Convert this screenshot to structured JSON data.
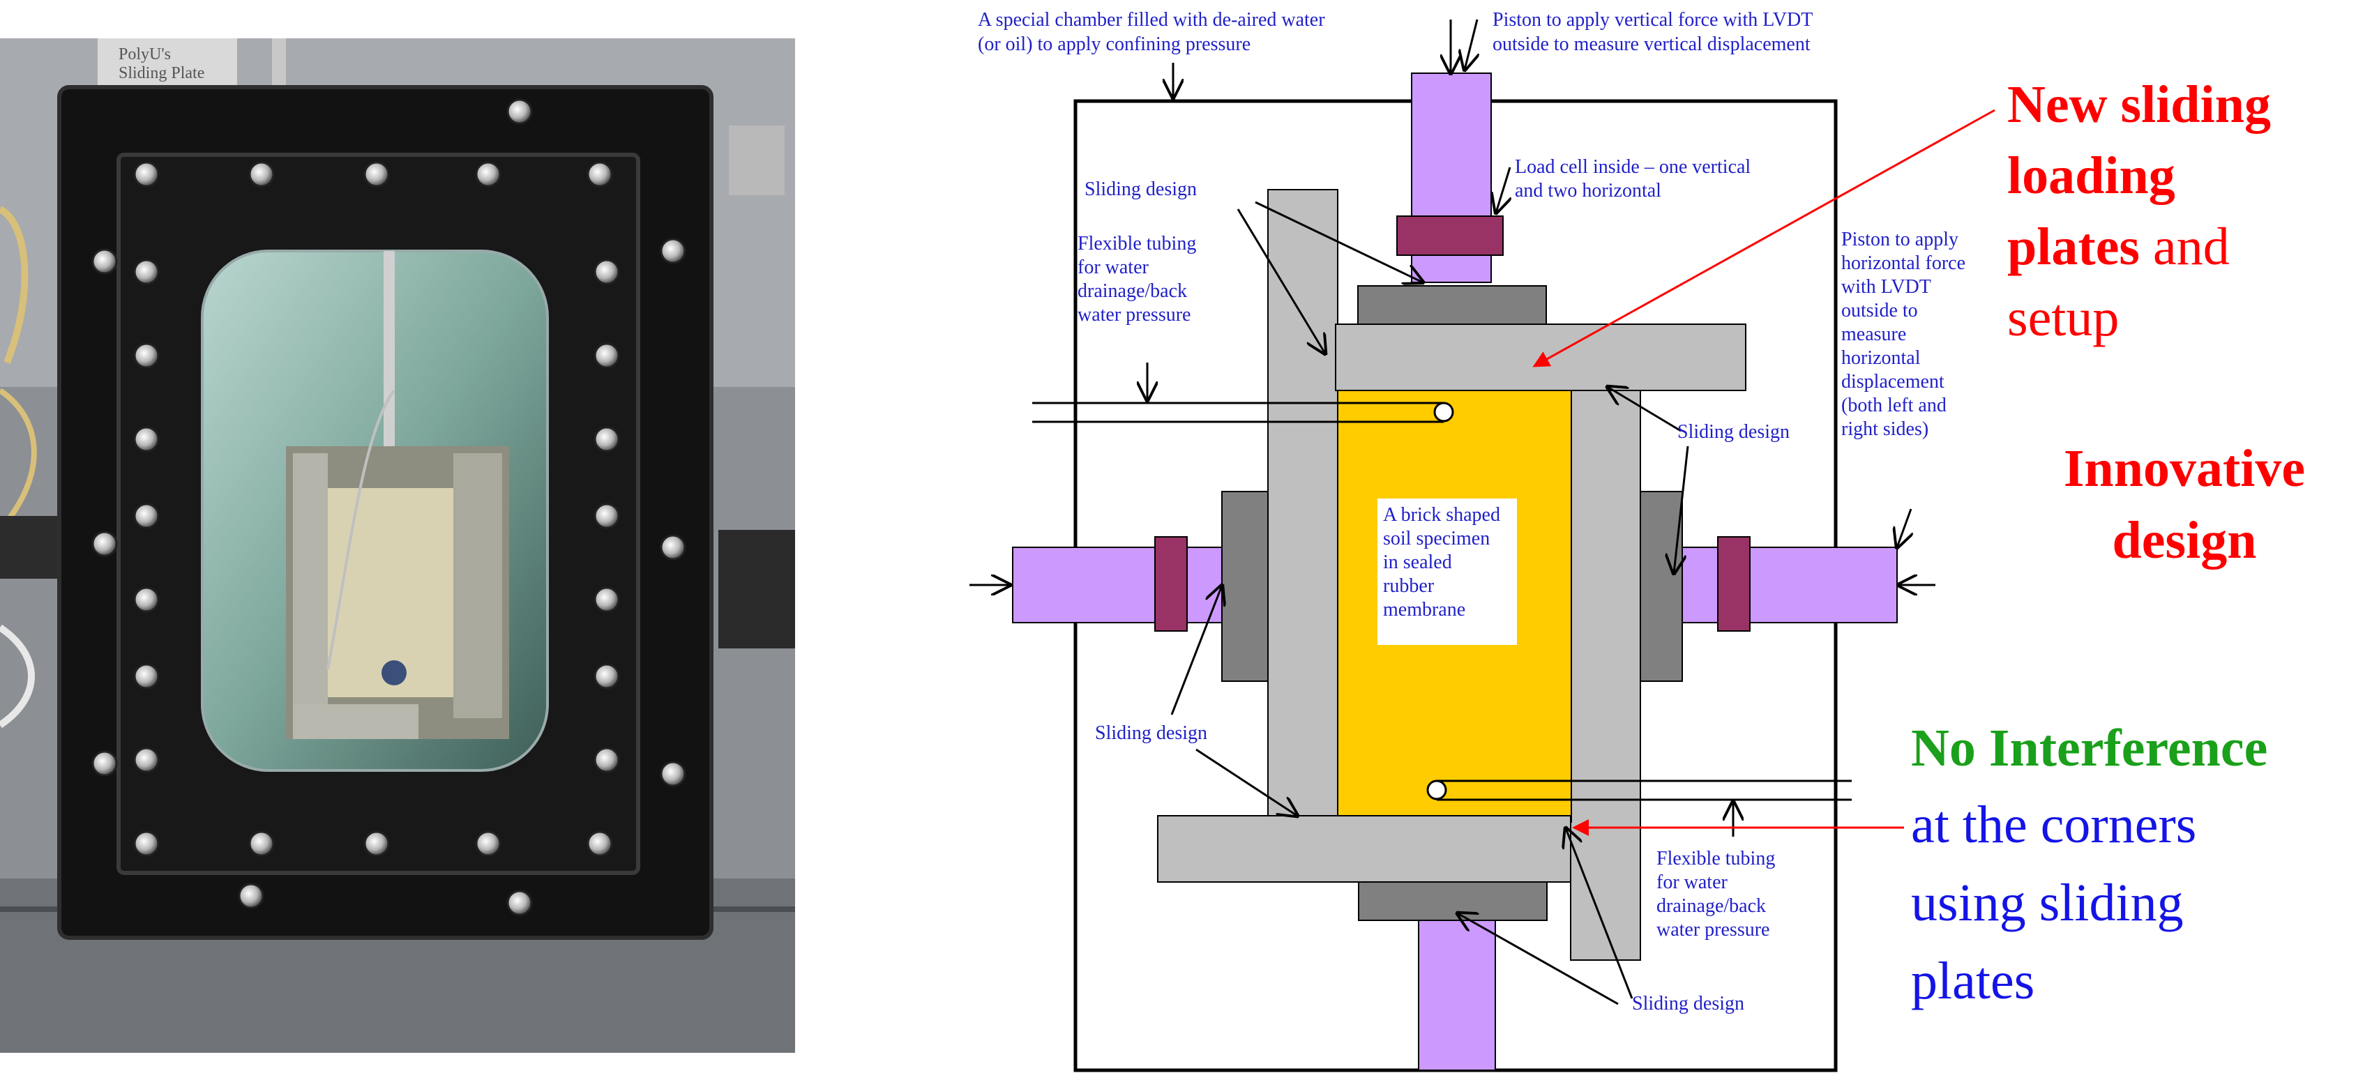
{
  "photo": {
    "plate_text": [
      "PolyU's",
      "Sliding Plate"
    ]
  },
  "diagram": {
    "chamber_label": [
      "A special chamber filled with de-aired water",
      "(or oil) to apply confining pressure"
    ],
    "vertical_piston_label": [
      "Piston to apply vertical force with LVDT",
      "outside to measure vertical displacement"
    ],
    "load_cell_label": [
      "Load cell inside – one vertical",
      "and two horizontal"
    ],
    "sliding_label": "Sliding design",
    "tubing_label": [
      "Flexible tubing",
      "for water",
      "drainage/back",
      "water pressure"
    ],
    "horizontal_piston_label": [
      "Piston to apply",
      "horizontal force",
      "with LVDT",
      "outside to",
      "measure",
      "horizontal",
      "displacement",
      "(both left and",
      "right sides)"
    ],
    "specimen_label": [
      "A brick shaped",
      "soil specimen",
      "in sealed",
      "rubber",
      "membrane"
    ]
  },
  "callouts": {
    "new_sliding": {
      "line1": "New sliding",
      "line2": "loading",
      "line3_bold": "plates",
      "line3_rest": " and",
      "line4": "setup"
    },
    "innovative": [
      "Innovative",
      "design"
    ],
    "no_interference": {
      "headline": "No Interference",
      "lines": [
        "at the corners",
        "using sliding",
        "plates"
      ]
    }
  },
  "colors": {
    "annotation_blue": "#1f1fc8",
    "callout_red": "#ff0000",
    "callout_green": "#1aa01a",
    "callout_blue": "#1414e6",
    "specimen_yellow": "#ffcc00",
    "piston_purple": "#cc99ff",
    "load_cell_maroon": "#993366",
    "plate_gray": "#bfbfbf",
    "block_gray": "#808080"
  }
}
